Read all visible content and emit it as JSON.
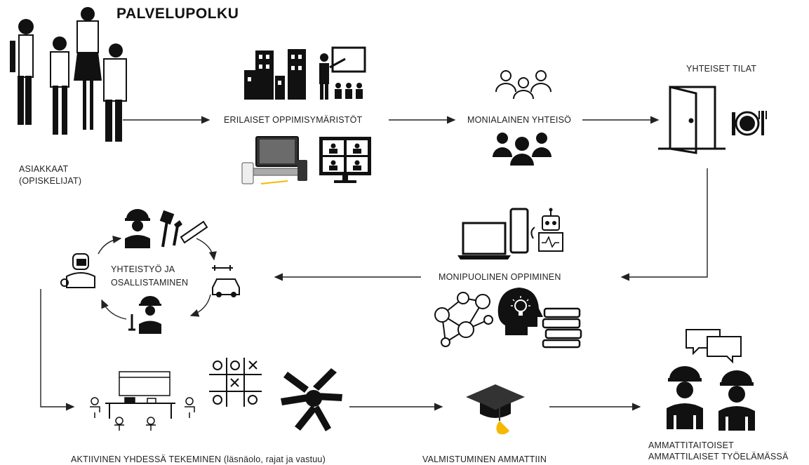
{
  "title": "PALVELUPOLKU",
  "nodes": {
    "clients": "ASIAKKAAT\n(OPISKELIJAT)",
    "learning_environments": "ERILAISET OPPIMISYMÄRISTÖT",
    "multidisciplinary_community": "MONIALAINEN YHTEISÖ",
    "shared_spaces": "YHTEISET TILAT",
    "versatile_learning": "MONIPUOLINEN OPPIMINEN",
    "cooperation": "YHTEISTYÖ JA\nOSALLISTAMINEN",
    "active_doing": "AKTIIVINEN YHDESSÄ TEKEMINEN  (läsnäolo, rajat ja vastuu)",
    "graduation": "VALMISTUMINEN AMMATTIIN",
    "professionals": "AMMATTITAITOISET\nAMMATTILAISET TYÖELÄMÄSSÄ"
  },
  "colors": {
    "ink": "#111111",
    "line": "#222222",
    "accent_yellow": "#f5b800"
  }
}
